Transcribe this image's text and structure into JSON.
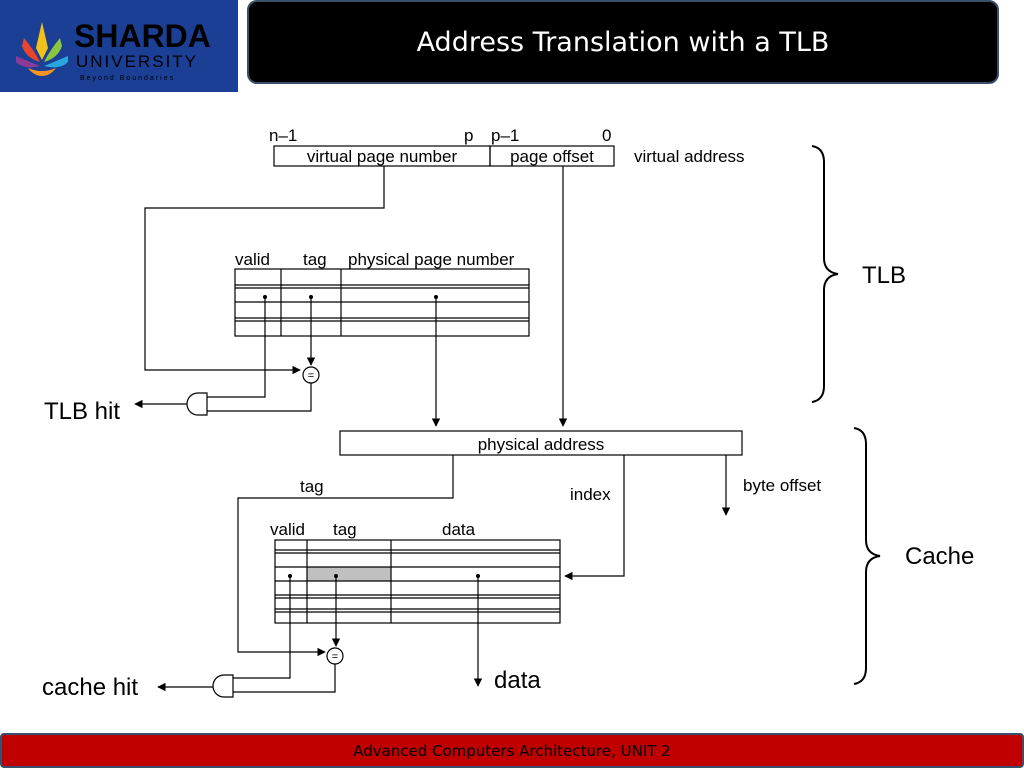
{
  "header": {
    "logo_name": "SHARDA",
    "logo_sub": "UNIVERSITY",
    "logo_tagline": "Beyond Boundaries",
    "title": "Address Translation with a TLB"
  },
  "diagram": {
    "va_bits": {
      "n_minus_1": "n–1",
      "p": "p",
      "p_minus_1": "p–1",
      "zero": "0"
    },
    "vpn": "virtual page number",
    "page_offset": "page offset",
    "virtual_address": "virtual address",
    "tlb_headers": {
      "valid": "valid",
      "tag": "tag",
      "ppn": "physical page number"
    },
    "equal": "=",
    "tlb_hit": "TLB hit",
    "tlb_brace": "TLB",
    "physical_address": "physical address",
    "pa_tag": "tag",
    "index": "index",
    "byte_offset": "byte offset",
    "cache_headers": {
      "valid": "valid",
      "tag": "tag",
      "data": "data"
    },
    "data_out": "data",
    "cache_hit": "cache hit",
    "cache_brace": "Cache"
  },
  "footer": {
    "text": "Advanced Computers Architecture, UNIT 2"
  }
}
